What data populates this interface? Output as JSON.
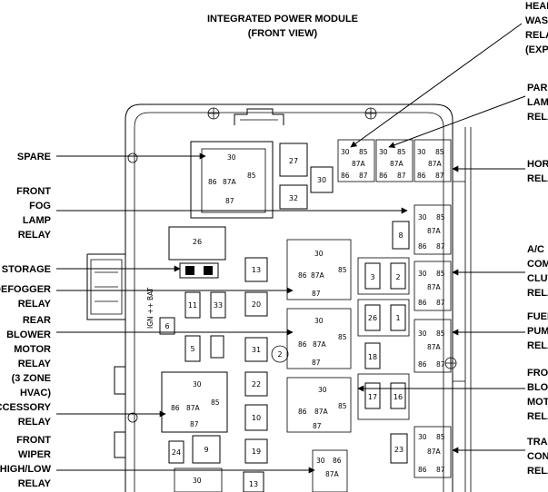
{
  "title": {
    "line1": "INTEGRATED POWER MODULE",
    "line2": "(FRONT VIEW)"
  },
  "left_labels": [
    {
      "id": "spare",
      "lines": [
        "SPARE"
      ]
    },
    {
      "id": "front-fog-lamp-relay",
      "lines": [
        "FRONT",
        "FOG",
        "LAMP",
        "RELAY"
      ]
    },
    {
      "id": "storage",
      "lines": [
        "STORAGE"
      ]
    },
    {
      "id": "defogger-relay",
      "lines": [
        "DEFOGGER",
        "RELAY"
      ]
    },
    {
      "id": "rear-blower-motor-relay",
      "lines": [
        "REAR",
        "BLOWER",
        "MOTOR",
        "RELAY",
        "(3 ZONE",
        "HVAC)"
      ]
    },
    {
      "id": "accessory-relay",
      "lines": [
        "ACCESSORY",
        "RELAY"
      ]
    },
    {
      "id": "front-wiper-high-low-relay",
      "lines": [
        "FRONT",
        "WIPER",
        "HIGH/LOW",
        "RELAY"
      ]
    }
  ],
  "right_labels": [
    {
      "id": "headlamp-washer-relay",
      "lines": [
        "HEAI",
        "WAS",
        "RELA",
        "(EXP"
      ]
    },
    {
      "id": "park-lamp-relay",
      "lines": [
        "PAR",
        "LAM",
        "RELA"
      ]
    },
    {
      "id": "horn-relay",
      "lines": [
        "HOR",
        "RELA"
      ]
    },
    {
      "id": "ac-compressor-clutch-relay",
      "lines": [
        "A/C",
        "COM",
        "CLUT",
        "RELA"
      ]
    },
    {
      "id": "fuel-pump-relay",
      "lines": [
        "FUEL",
        "PUM",
        "RELA"
      ]
    },
    {
      "id": "front-blower-motor-relay",
      "lines": [
        "FRO",
        "BLO",
        "MOT",
        "RELA"
      ]
    },
    {
      "id": "trans-control-relay",
      "lines": [
        "TRA",
        "CON",
        "RELA"
      ]
    }
  ],
  "fuse_numbers": {
    "f26": "26",
    "f13": "13",
    "f20": "20",
    "f31": "31",
    "f22": "22",
    "f10": "10",
    "f19": "19",
    "f11": "11",
    "f33": "33",
    "f6": "6",
    "f5": "5",
    "f24": "24",
    "f9": "9",
    "f2l": "2",
    "f27": "27",
    "f32": "32",
    "f30": "30",
    "f8": "8",
    "f3": "3",
    "f2": "2",
    "f26b": "26",
    "f1": "1",
    "f18": "18",
    "f17": "17",
    "f16": "16",
    "f23": "23",
    "f13b": "13"
  },
  "pin_labels": {
    "p30": "30",
    "p85": "85",
    "p86": "86",
    "p87": "87",
    "p87a": "87A"
  },
  "vertical_text": "IGN ++ BAT"
}
